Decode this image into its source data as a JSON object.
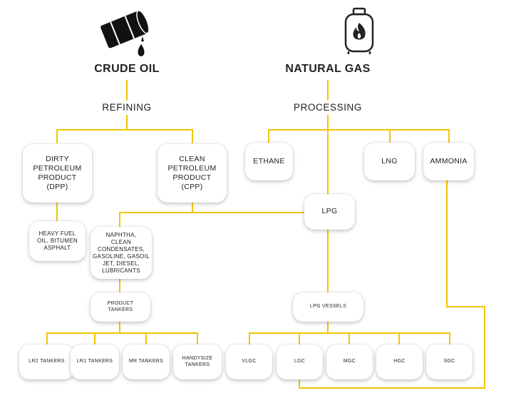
{
  "colors": {
    "connector": "#f2c500",
    "text": "#222222",
    "box": "#ffffff"
  },
  "icons": {
    "crude": "oil-barrel-icon",
    "gas": "gas-cylinder-icon"
  },
  "headings": {
    "crude_oil": "CRUDE OIL",
    "natural_gas": "NATURAL GAS"
  },
  "processes": {
    "refining": "REFINING",
    "processing": "PROCESSING"
  },
  "products": {
    "dpp": "DIRTY\nPETROLEUM\nPRODUCT\n(DPP)",
    "cpp": "CLEAN\nPETROLEUM\nPRODUCT\n(CPP)",
    "ethane": "ETHANE",
    "lng": "LNG",
    "ammonia": "AMMONIA",
    "lpg": "LPG"
  },
  "details": {
    "dpp_list": "HEAVY FUEL\nOIL, BITUMEN\nASPHALT",
    "cpp_list": "NAPHTHA,\nCLEAN\nCONDENSATES,\nGASOLINE, GASOIL\nJET, DIESEL,\nLUBRICANTS"
  },
  "groups": {
    "product_tankers": "PRODUCT\nTANKERS",
    "lpg_vessels": "LPG VESSELS"
  },
  "vessels": {
    "lr2": "LR2 TANKERS",
    "lr1": "LR1 TANKERS",
    "mr": "MR TANKERS",
    "handysize": "HANDYSIZE\nTANKERS",
    "vlgc": "VLGC",
    "lgc": "LGC",
    "mgc": "MGC",
    "hgc": "HGC",
    "sgc": "SGC"
  }
}
